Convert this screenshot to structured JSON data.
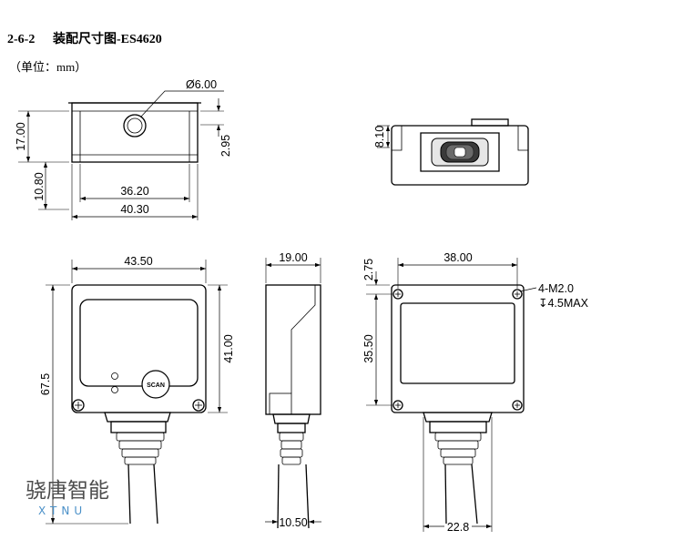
{
  "heading": {
    "section": "2-6-2",
    "title": "装配尺寸图-ES4620"
  },
  "unit_note": "（单位：mm）",
  "dimensions": {
    "top_view": {
      "hole_diameter": "Ø6.00",
      "height": "17.00",
      "offset": "2.95",
      "depth": "10.80",
      "inner_width": "36.20",
      "outer_width": "40.30"
    },
    "window_view": {
      "height": "8.10"
    },
    "front_view": {
      "width": "43.50",
      "total_height": "67.5",
      "body_height": "41.00",
      "button_label": "SCAN"
    },
    "side_view": {
      "width": "19.00",
      "cable_width": "10.50"
    },
    "back_view": {
      "width": "38.00",
      "top_offset": "2.75",
      "hole_spacing": "35.50",
      "screw_spec": "4-M2.0",
      "screw_depth": "↧4.5MAX",
      "gland_width": "22.8"
    }
  },
  "watermark": {
    "brand_cn": "骁唐智能",
    "brand_en": "XTNU"
  },
  "colors": {
    "line": "#000000",
    "watermark_cn": "#4d4d4d",
    "watermark_en": "#4a90c8"
  }
}
